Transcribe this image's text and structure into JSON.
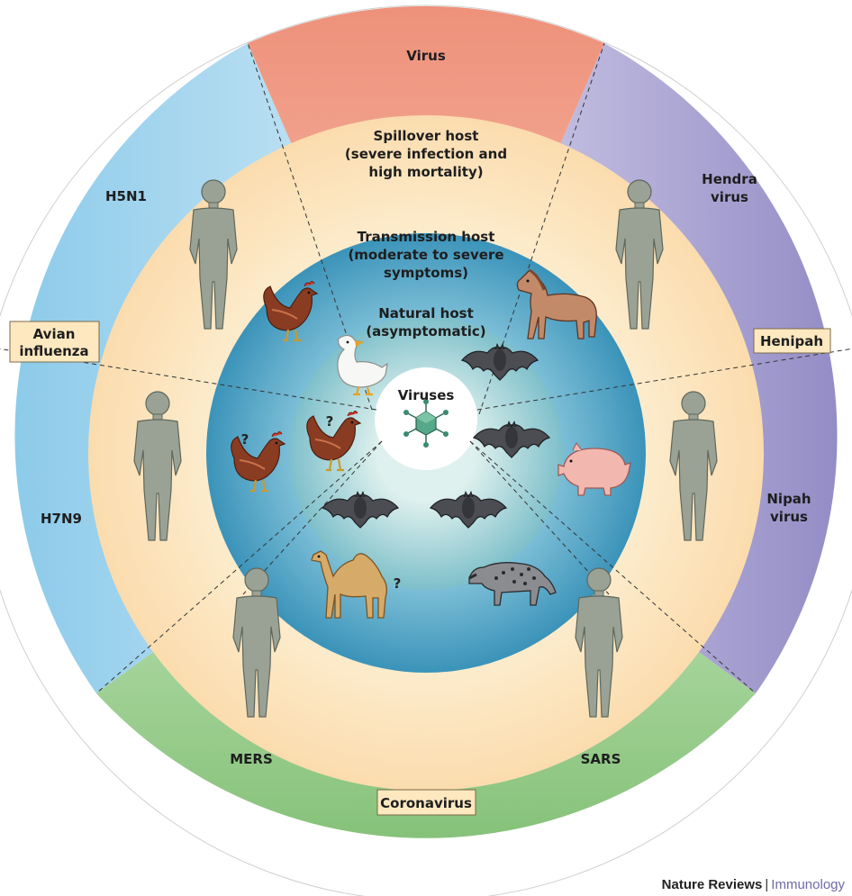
{
  "center": {
    "label": "Viruses"
  },
  "rings": {
    "natural": [
      "Natural host",
      "(asymptomatic)"
    ],
    "transmission": [
      "Transmission host",
      "(moderate to severe",
      "symptoms)"
    ],
    "spillover": [
      "Spillover host",
      "(severe infection and",
      "high mortality)"
    ]
  },
  "outer": {
    "label": "Virus"
  },
  "viruses": {
    "h5n1": "H5N1",
    "h7n9": "H7N9",
    "hendra": [
      "Hendra",
      "virus"
    ],
    "nipah": [
      "Nipah",
      "virus"
    ],
    "mers": "MERS",
    "sars": "SARS"
  },
  "families": {
    "avian": [
      "Avian",
      "influenza"
    ],
    "henipah": "Henipah",
    "corona": "Coronavirus"
  },
  "question_mark": "?",
  "credit": {
    "publisher": "Nature Reviews",
    "separator": "|",
    "journal": "Immunology"
  },
  "colors": {
    "virus_band": "#f0a08c",
    "avian_band": "#a9d6ee",
    "henipah_band": "#a9a4d3",
    "corona_band": "#9fcf94",
    "spillover_ring": "#fbe2b6",
    "transmission_ring": "#4fa6c7",
    "natural_ring": "#8cc6cd",
    "label_box": "#fde8c0"
  }
}
